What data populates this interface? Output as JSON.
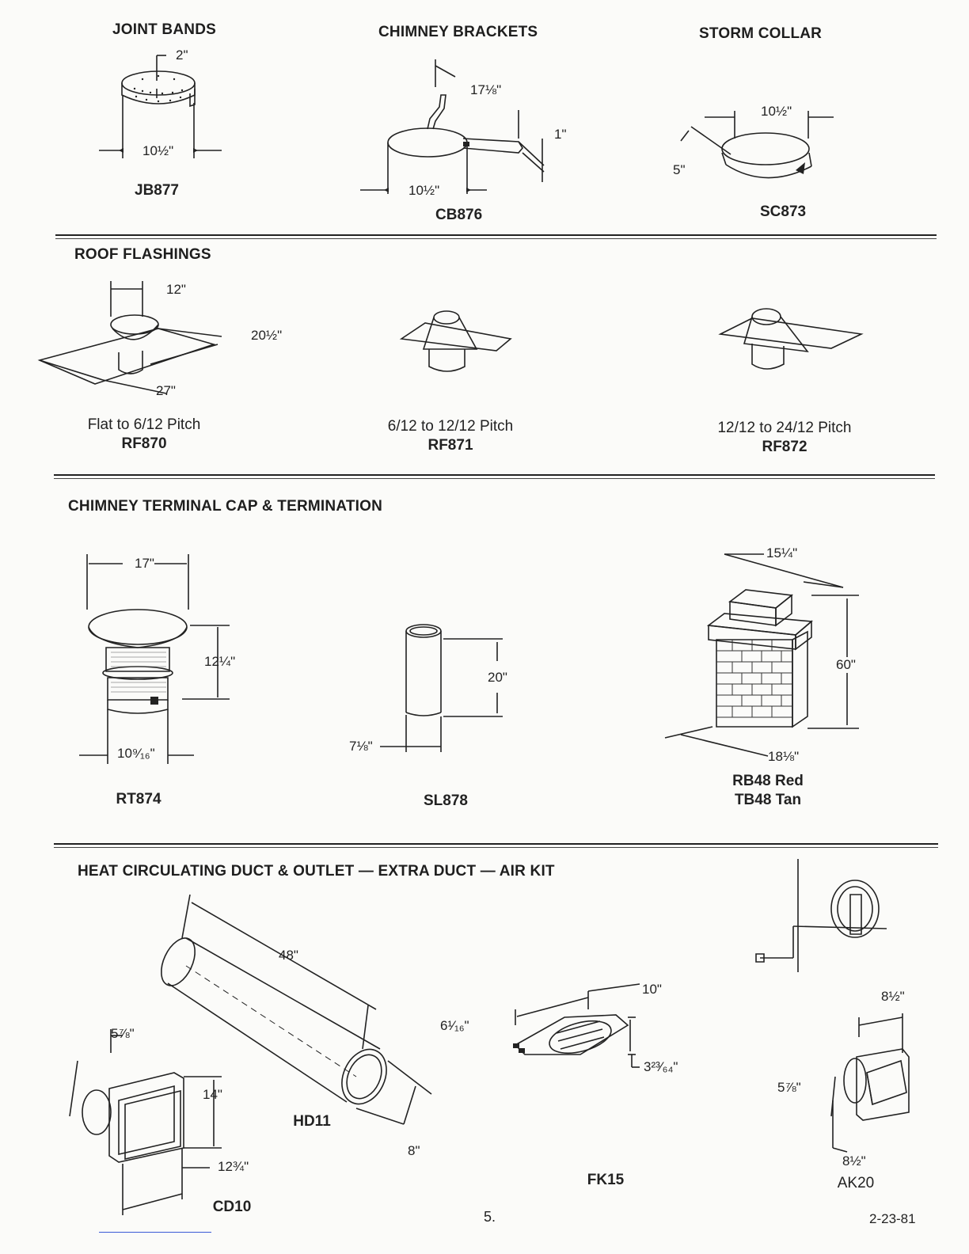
{
  "sections": {
    "joint_bands": {
      "title": "JOINT BANDS",
      "code": "JB877",
      "dims": [
        "2\"",
        "10½\""
      ]
    },
    "chimney_brackets": {
      "title": "CHIMNEY BRACKETS",
      "code": "CB876",
      "dims": [
        "17⅛\"",
        "1\"",
        "10½\""
      ]
    },
    "storm_collar": {
      "title": "STORM COLLAR",
      "code": "SC873",
      "dims": [
        "10½\"",
        "5\""
      ]
    },
    "roof_flashings": {
      "title": "ROOF FLASHINGS",
      "items": [
        {
          "caption": "Flat to 6/12 Pitch",
          "code": "RF870",
          "dims": [
            "12\"",
            "20½\"",
            "27\""
          ]
        },
        {
          "caption": "6/12 to 12/12 Pitch",
          "code": "RF871"
        },
        {
          "caption": "12/12 to 24/12 Pitch",
          "code": "RF872"
        }
      ]
    },
    "terminal_cap": {
      "title": "CHIMNEY TERMINAL CAP & TERMINATION",
      "items": [
        {
          "code": "RT874",
          "dims": [
            "17\"",
            "12¼\"",
            "10⁹⁄₁₆\""
          ]
        },
        {
          "code": "SL878",
          "dims": [
            "20\"",
            "7⅛\""
          ]
        },
        {
          "code_lines": [
            "RB48 Red",
            "TB48 Tan"
          ],
          "dims": [
            "15¼\"",
            "60\"",
            "18⅛\""
          ]
        }
      ]
    },
    "heat_duct": {
      "title": "HEAT CIRCULATING DUCT & OUTLET — EXTRA DUCT — AIR KIT",
      "items": [
        {
          "code": "HD11",
          "dims": [
            "48\"",
            "6¹⁄₁₆\"",
            "8\""
          ]
        },
        {
          "code": "CD10",
          "dims": [
            "5⅞\"",
            "14\"",
            "12¾\""
          ]
        },
        {
          "code": "FK15",
          "dims": [
            "10\"",
            "3²³⁄₆₄\""
          ]
        },
        {
          "code": "AK20",
          "dims": [
            "8½\"",
            "5⅞\"",
            "8½\""
          ]
        }
      ]
    }
  },
  "footer": {
    "page_number": "5.",
    "date": "2-23-81"
  }
}
